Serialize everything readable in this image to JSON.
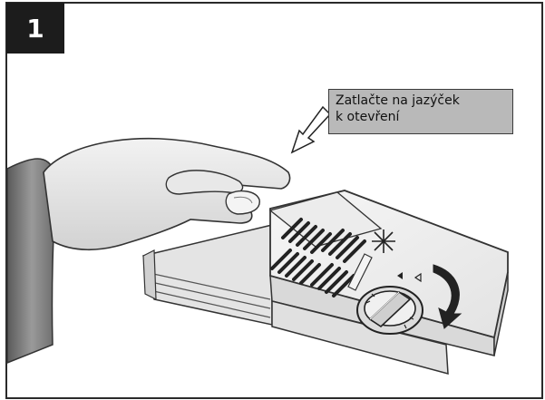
{
  "step": {
    "number": "1"
  },
  "callout": {
    "line1": "Zatlačte na jazýček",
    "line2": "k otevření"
  },
  "icons": [
    "hand-icon",
    "dispenser-lid-icon",
    "rotation-arrow-icon",
    "pointer-arrow-icon",
    "sun-burst-icon"
  ]
}
